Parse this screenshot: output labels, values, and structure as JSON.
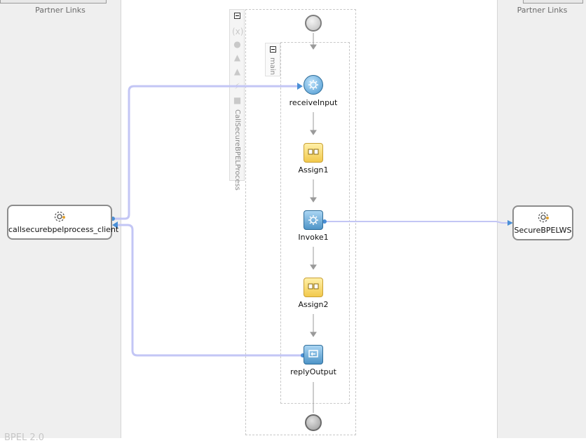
{
  "left_lane": {
    "title": "Partner Links"
  },
  "right_lane": {
    "title": "Partner Links"
  },
  "process_scope": {
    "name": "CallSecureBPELProcess"
  },
  "main_scope": {
    "name": "main"
  },
  "activities": {
    "receive": "receiveInput",
    "assign1": "Assign1",
    "invoke": "Invoke1",
    "assign2": "Assign2",
    "reply": "replyOutput"
  },
  "partners": {
    "client": "callsecurebpelprocess_client",
    "service": "SecureBPELWS"
  },
  "footer": {
    "text": "BPEL 2.0"
  },
  "colors": {
    "lane_bg": "#efefef",
    "link_line": "#c3c6f5",
    "activity_blue": "#4a97cf",
    "assign_yellow": "#f2c94c"
  },
  "toolbar_icons": [
    "variables-icon",
    "correlation-icon",
    "warning-icon",
    "warning-icon",
    "event-icon",
    "compensation-icon"
  ]
}
